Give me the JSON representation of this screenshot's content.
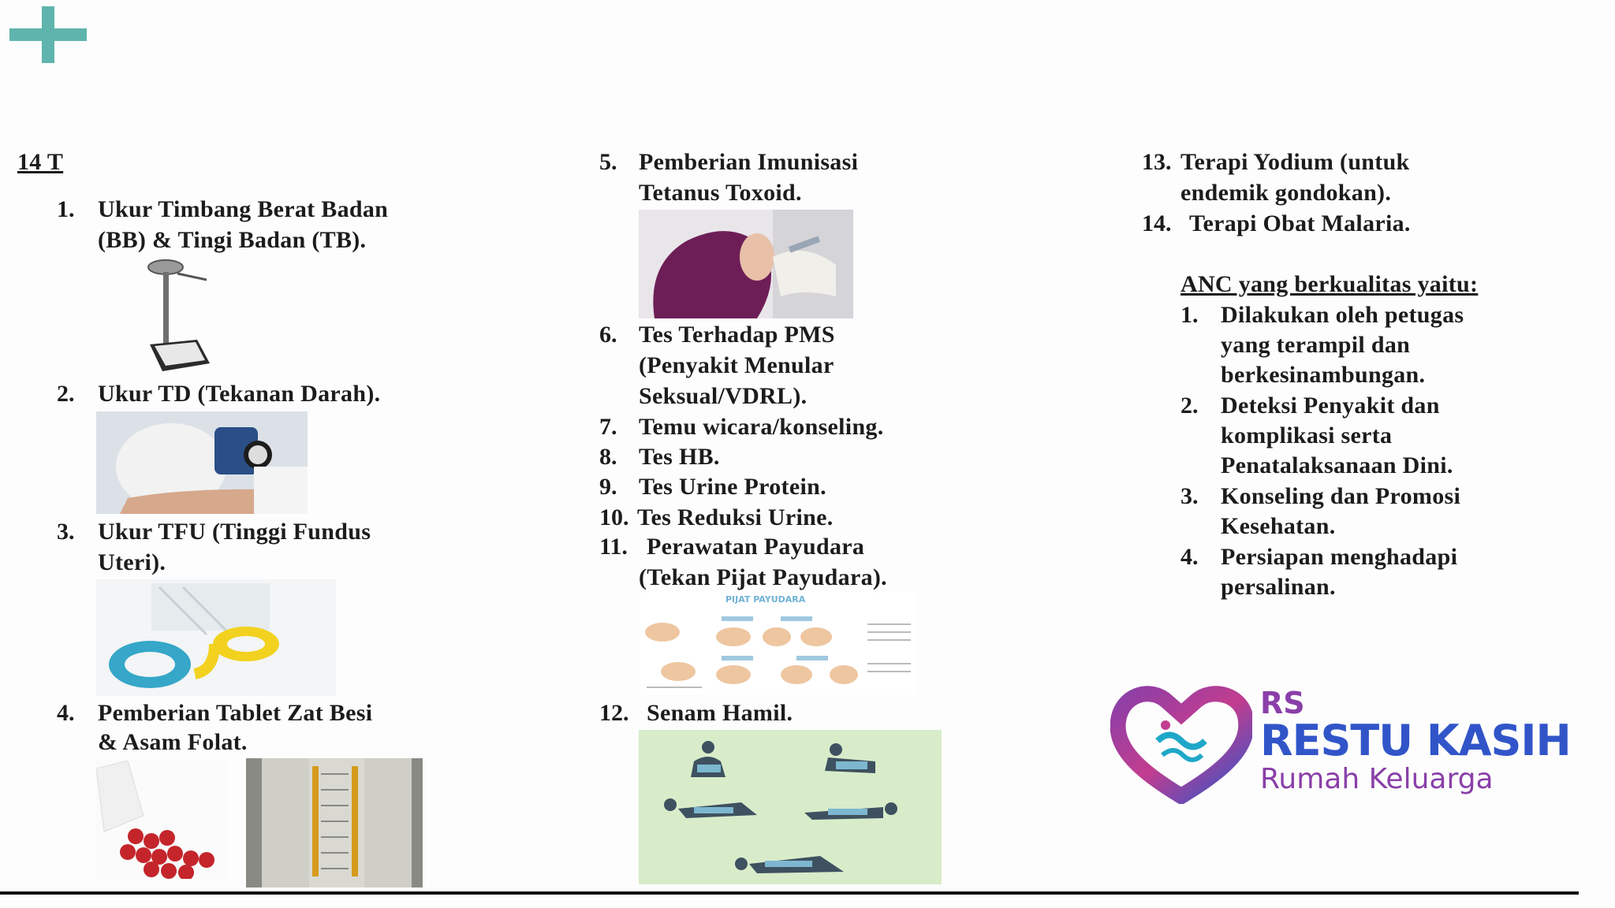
{
  "heading": "14 T",
  "col1": [
    {
      "num": "1.",
      "lines": [
        "Ukur Timbang Berat Badan",
        "(BB) & Tingi Badan (TB)."
      ]
    },
    {
      "num": "2.",
      "lines": [
        "Ukur TD (Tekanan Darah)."
      ]
    },
    {
      "num": "3.",
      "lines": [
        "Ukur TFU (Tinggi Fundus",
        "Uteri)."
      ]
    },
    {
      "num": "4.",
      "lines": [
        "Pemberian Tablet Zat Besi",
        "& Asam Folat."
      ]
    }
  ],
  "col2": [
    {
      "num": "5.",
      "lines": [
        "Pemberian Imunisasi",
        "Tetanus Toxoid."
      ]
    },
    {
      "num": "6.",
      "lines": [
        "Tes Terhadap PMS",
        "(Penyakit Menular",
        "Seksual/VDRL)."
      ]
    },
    {
      "num": "7.",
      "lines": [
        "Temu wicara/konseling."
      ]
    },
    {
      "num": "8.",
      "lines": [
        "Tes HB."
      ]
    },
    {
      "num": "9.",
      "lines": [
        "Tes Urine Protein."
      ]
    },
    {
      "num": "10.",
      "lines": [
        "Tes Reduksi Urine."
      ]
    },
    {
      "num": "11.",
      "lines": [
        "Perawatan Payudara",
        "(Tekan Pijat Payudara)."
      ]
    },
    {
      "num": "12.",
      "lines": [
        "Senam Hamil."
      ]
    }
  ],
  "col3": [
    {
      "num": "13.",
      "lines": [
        "Terapi Yodium (untuk",
        "endemik gondokan)."
      ]
    },
    {
      "num": "14.",
      "lines": [
        "Terapi Obat Malaria."
      ]
    }
  ],
  "anc": {
    "title": "ANC yang berkualitas yaitu:",
    "items": [
      {
        "num": "1.",
        "lines": [
          "Dilakukan oleh petugas",
          "yang terampil dan",
          "berkesinambungan."
        ]
      },
      {
        "num": "2.",
        "lines": [
          "Deteksi Penyakit dan",
          "komplikasi serta",
          "Penatalaksanaan Dini."
        ]
      },
      {
        "num": "3.",
        "lines": [
          "Konseling dan Promosi",
          "Kesehatan."
        ]
      },
      {
        "num": "4.",
        "lines": [
          "Persiapan menghadapi",
          "persalinan."
        ]
      }
    ]
  },
  "poster": {
    "title": "PIJAT PAYUDARA"
  },
  "logo": {
    "rs": "RS",
    "name": "RESTU KASIH",
    "tagline": "Rumah Keluarga",
    "colors": {
      "purple": "#8a3fa8",
      "blue": "#3155c9",
      "teal": "#1fa7c8",
      "magenta": "#c23d8f"
    }
  },
  "colors": {
    "accent": "#5fb5ad",
    "text": "#1c1c1c"
  }
}
